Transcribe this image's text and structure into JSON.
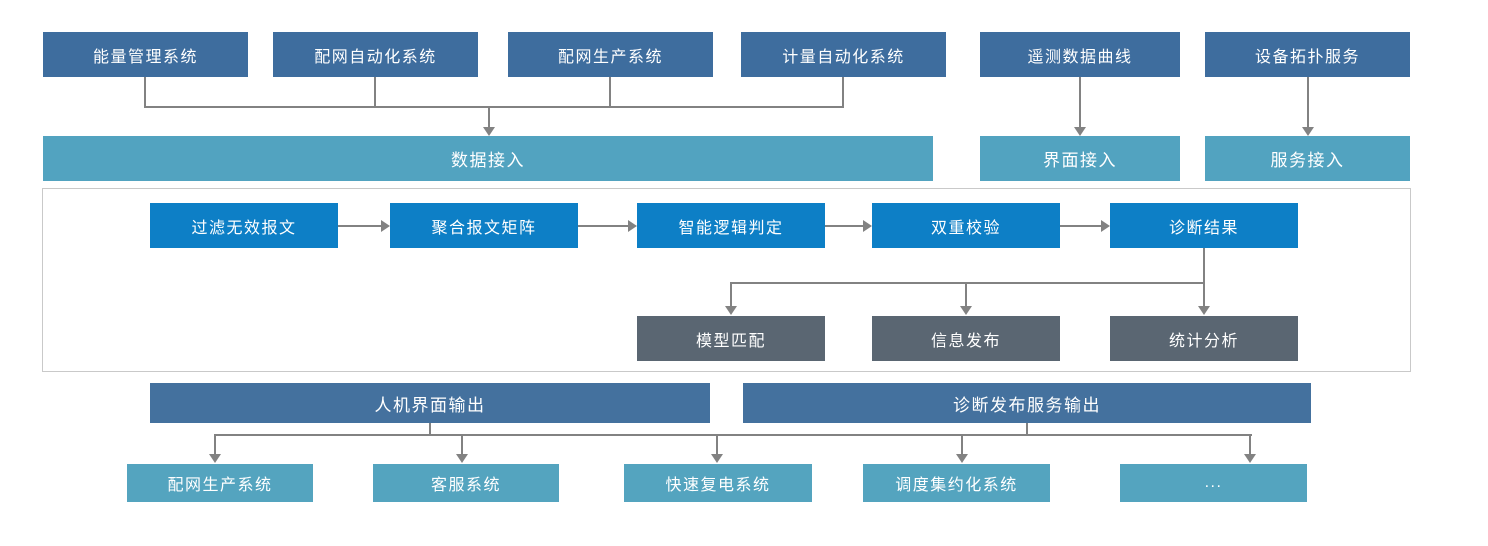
{
  "colors": {
    "c-source": "#3E6D9E",
    "c-access": "#52A3C0",
    "c-process": "#0D7FC6",
    "c-result": "#5A6672",
    "c-output": "#44719E",
    "c-target": "#54A4BF",
    "c-line": "#828282",
    "c-frame": "#C9C9C9",
    "c-text": "#FFFFFF"
  },
  "top_sources": [
    {
      "label": "能量管理系统"
    },
    {
      "label": "配网自动化系统"
    },
    {
      "label": "配网生产系统"
    },
    {
      "label": "计量自动化系统"
    },
    {
      "label": "遥测数据曲线"
    },
    {
      "label": "设备拓扑服务"
    }
  ],
  "access_layer": {
    "data_access": "数据接入",
    "ui_access": "界面接入",
    "service_access": "服务接入"
  },
  "process_flow": [
    {
      "label": "过滤无效报文"
    },
    {
      "label": "聚合报文矩阵"
    },
    {
      "label": "智能逻辑判定"
    },
    {
      "label": "双重校验"
    },
    {
      "label": "诊断结果"
    }
  ],
  "result_actions": [
    {
      "label": "模型匹配"
    },
    {
      "label": "信息发布"
    },
    {
      "label": "统计分析"
    }
  ],
  "output_layer": [
    {
      "label": "人机界面输出"
    },
    {
      "label": "诊断发布服务输出"
    }
  ],
  "target_systems": [
    {
      "label": "配网生产系统"
    },
    {
      "label": "客服系统"
    },
    {
      "label": "快速复电系统"
    },
    {
      "label": "调度集约化系统"
    },
    {
      "label": "..."
    }
  ]
}
